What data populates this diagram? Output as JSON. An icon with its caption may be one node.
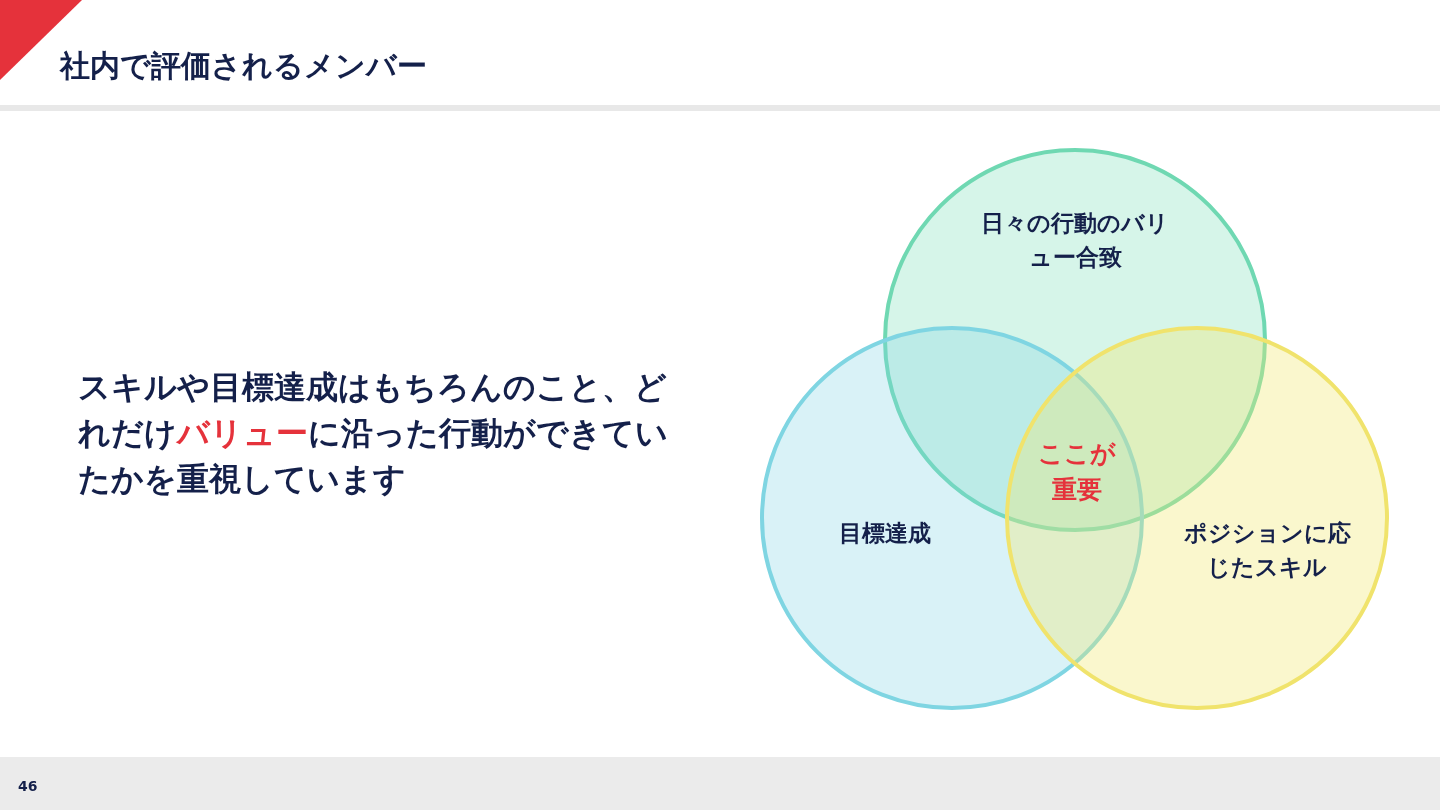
{
  "diagram": {
    "title": "社内で評価されるメンバー",
    "nodes": [
      {
        "text": [
          "日々の行動のバリュー合致"
        ]
      },
      {
        "text": [
          "目標達成"
        ]
      },
      {
        "text": [
          "ポジションに応じたスキル"
        ]
      }
    ],
    "labels": [
      "スキルや目標達成はもちろんのこと、どれだけ**バリュー**に沿った行動ができていたかを重視しています",
      "ここが重要",
      "46"
    ]
  }
}
